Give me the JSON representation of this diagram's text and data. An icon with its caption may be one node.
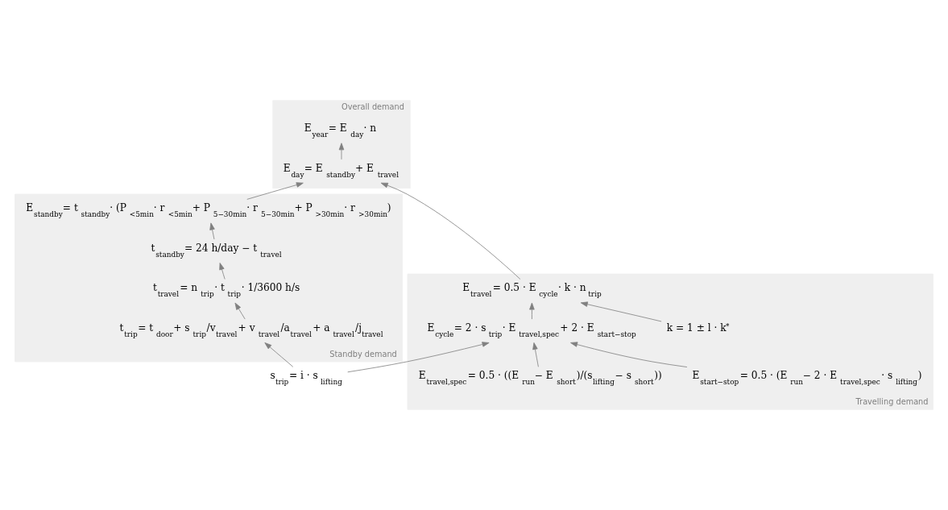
{
  "diagram": {
    "nodes": [
      {
        "text": [
          "Overall demand"
        ]
      },
      {
        "text": [
          "E$_{year}$ = E$_{day}$ · n"
        ],
        "in": 0
      },
      {
        "text": [
          "E$_{day}$ = E$_{standby}$ + E$_{travel}$"
        ],
        "in": 0
      },
      {
        "text": [
          "Standby demand"
        ]
      },
      {
        "text": [
          "E$_{standby}$ = t$_{standby}$ · (P$_{<5min}$ · r$_{<5min}$ + P$_{5−30min}$ · r$_{5−30min}$ + P$_{>30min}$ · r$_{>30min}$)"
        ],
        "in": 3
      },
      {
        "text": [
          "t$_{standby}$ = 24 h/day − t$_{travel}$"
        ],
        "in": 3
      },
      {
        "text": [
          "t$_{travel}$ = n$_{trip}$ · t$_{trip}$ · 1/3600 h/s"
        ],
        "in": 3
      },
      {
        "text": [
          "t$_{trip}$ = t$_{door}$ + s$_{trip}$/v$_{travel}$ + v$_{travel}$/a$_{travel}$ + a$_{travel}$/j$_{travel}$"
        ],
        "in": 3
      },
      {
        "text": [
          "Travelling demand"
        ]
      },
      {
        "text": [
          "E$_{travel}$ = 0.5 · E$_{cycle}$ · k · n$_{trip}$"
        ],
        "in": 8
      },
      {
        "text": [
          "E$_{cycle}$ = 2 · s$_{trip}$ · E$_{travel,spec}$ + 2 · E$_{start−stop}$"
        ],
        "in": 8
      },
      {
        "text": [
          "k = 1 ± l · k$^{*}$"
        ],
        "in": 8
      },
      {
        "text": [
          "s$_{trip}$ = i · s$_{lifting}$"
        ]
      },
      {
        "text": [
          "E$_{start−stop}$ = 0.5 · (E$_{run}$ − 2 · E$_{travel,spec}$ · s$_{lifting}$)"
        ],
        "in": 8
      },
      {
        "text": [
          "E$_{travel,spec}$ = 0.5 · ((E$_{run}$ − E$_{short}$)/(s$_{lifting}$ − s$_{short}$))"
        ],
        "in": 8
      }
    ],
    "edges": [
      {
        "from": 2,
        "to": 1,
        "arrow": "to"
      },
      {
        "from": 4,
        "to": 2,
        "arrow": "to"
      },
      {
        "from": 9,
        "to": 2,
        "arrow": "to"
      },
      {
        "from": 5,
        "to": 4,
        "arrow": "to"
      },
      {
        "from": 6,
        "to": 5,
        "arrow": "to"
      },
      {
        "from": 7,
        "to": 6,
        "arrow": "to"
      },
      {
        "from": 12,
        "to": 7,
        "arrow": "to"
      },
      {
        "from": 12,
        "to": 10,
        "arrow": "to"
      },
      {
        "from": 10,
        "to": 9,
        "arrow": "to"
      },
      {
        "from": 11,
        "to": 9,
        "arrow": "to"
      },
      {
        "from": 14,
        "to": 10,
        "arrow": "to"
      },
      {
        "from": 13,
        "to": 10,
        "arrow": "to"
      }
    ]
  }
}
